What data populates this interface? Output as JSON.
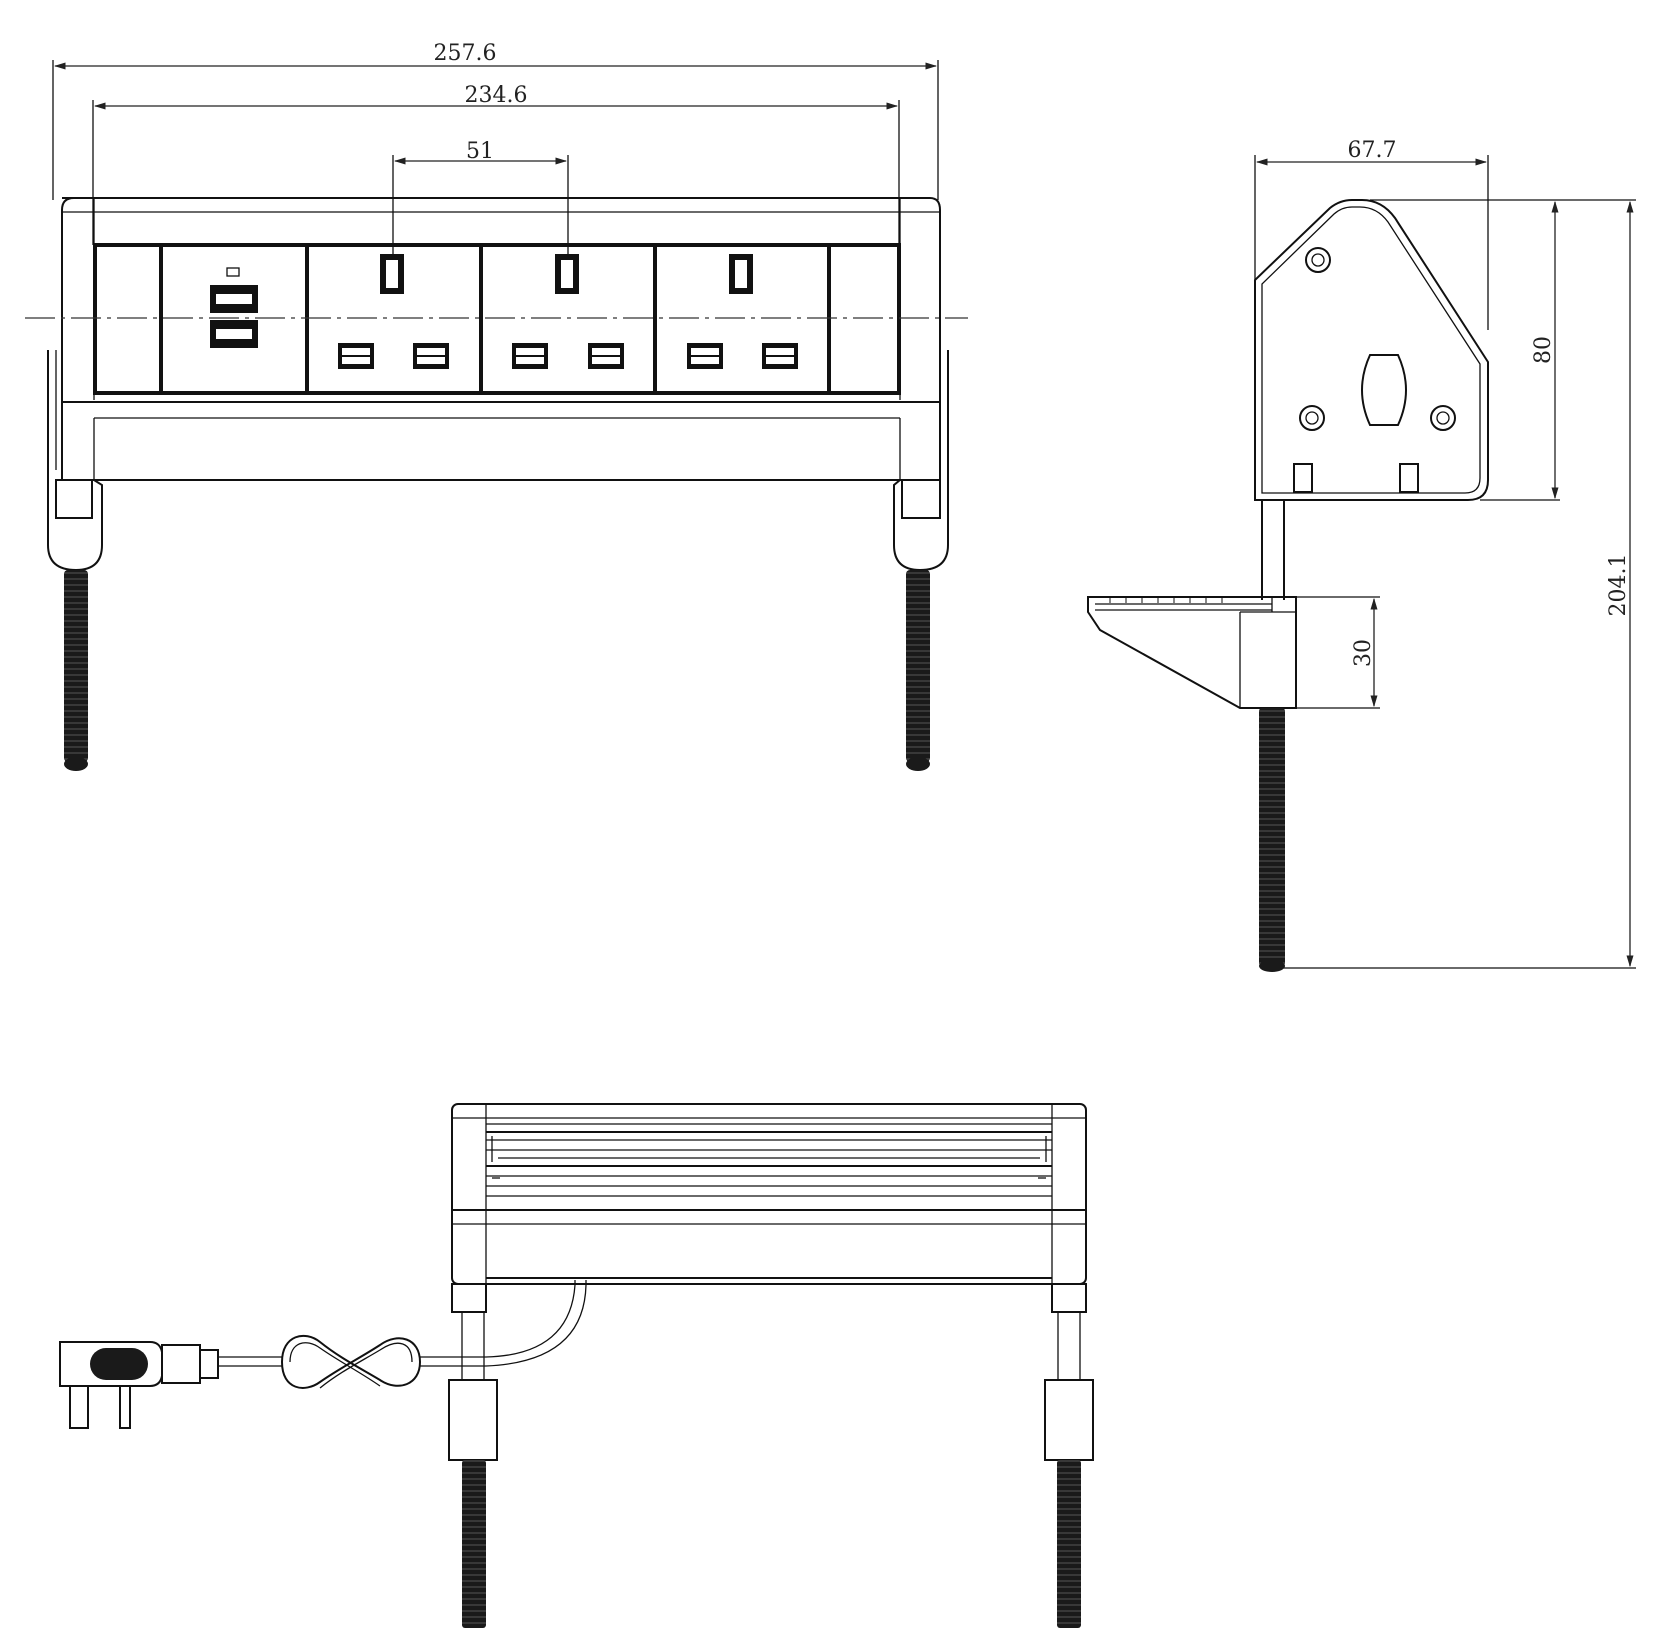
{
  "dimensions": {
    "overall_width": "257.6",
    "inner_width": "234.6",
    "socket_pitch": "51",
    "side_depth": "67.7",
    "side_height": "80",
    "total_height": "204.1",
    "clamp_thickness": "30"
  },
  "colors": {
    "line": "#111111",
    "background": "#ffffff",
    "rod": "#1a1a1a"
  }
}
